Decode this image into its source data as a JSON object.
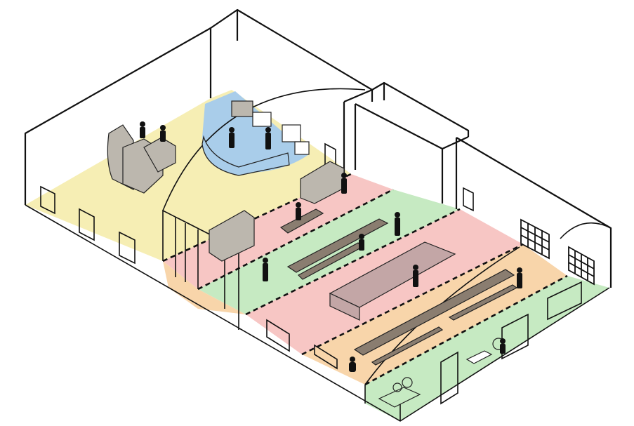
{
  "colors": {
    "zone_yellow": "#f6eeb4",
    "zone_red": "#f7c6c4",
    "zone_green": "#c6eac2",
    "zone_orange": "#f8d5aa",
    "zone_blue": "#a9cdea",
    "stone_grey": "#bcb7ae",
    "table_mauve": "#c3a6a6",
    "bench_wood": "#8a7d70",
    "outline": "#111111"
  },
  "zones": [
    {
      "name": "reception-lounge-zone",
      "color": "yellow"
    },
    {
      "name": "service-counter-zone",
      "color": "blue"
    },
    {
      "name": "entry-strip-zone",
      "color": "red"
    },
    {
      "name": "workshop-strip-zone",
      "color": "green"
    },
    {
      "name": "meeting-strip-zone",
      "color": "red"
    },
    {
      "name": "study-strip-zone",
      "color": "orange"
    },
    {
      "name": "break-strip-zone",
      "color": "green"
    }
  ],
  "icons": [
    "person-silhouette-icon",
    "window-grid-icon",
    "chair-icon",
    "table-icon"
  ]
}
